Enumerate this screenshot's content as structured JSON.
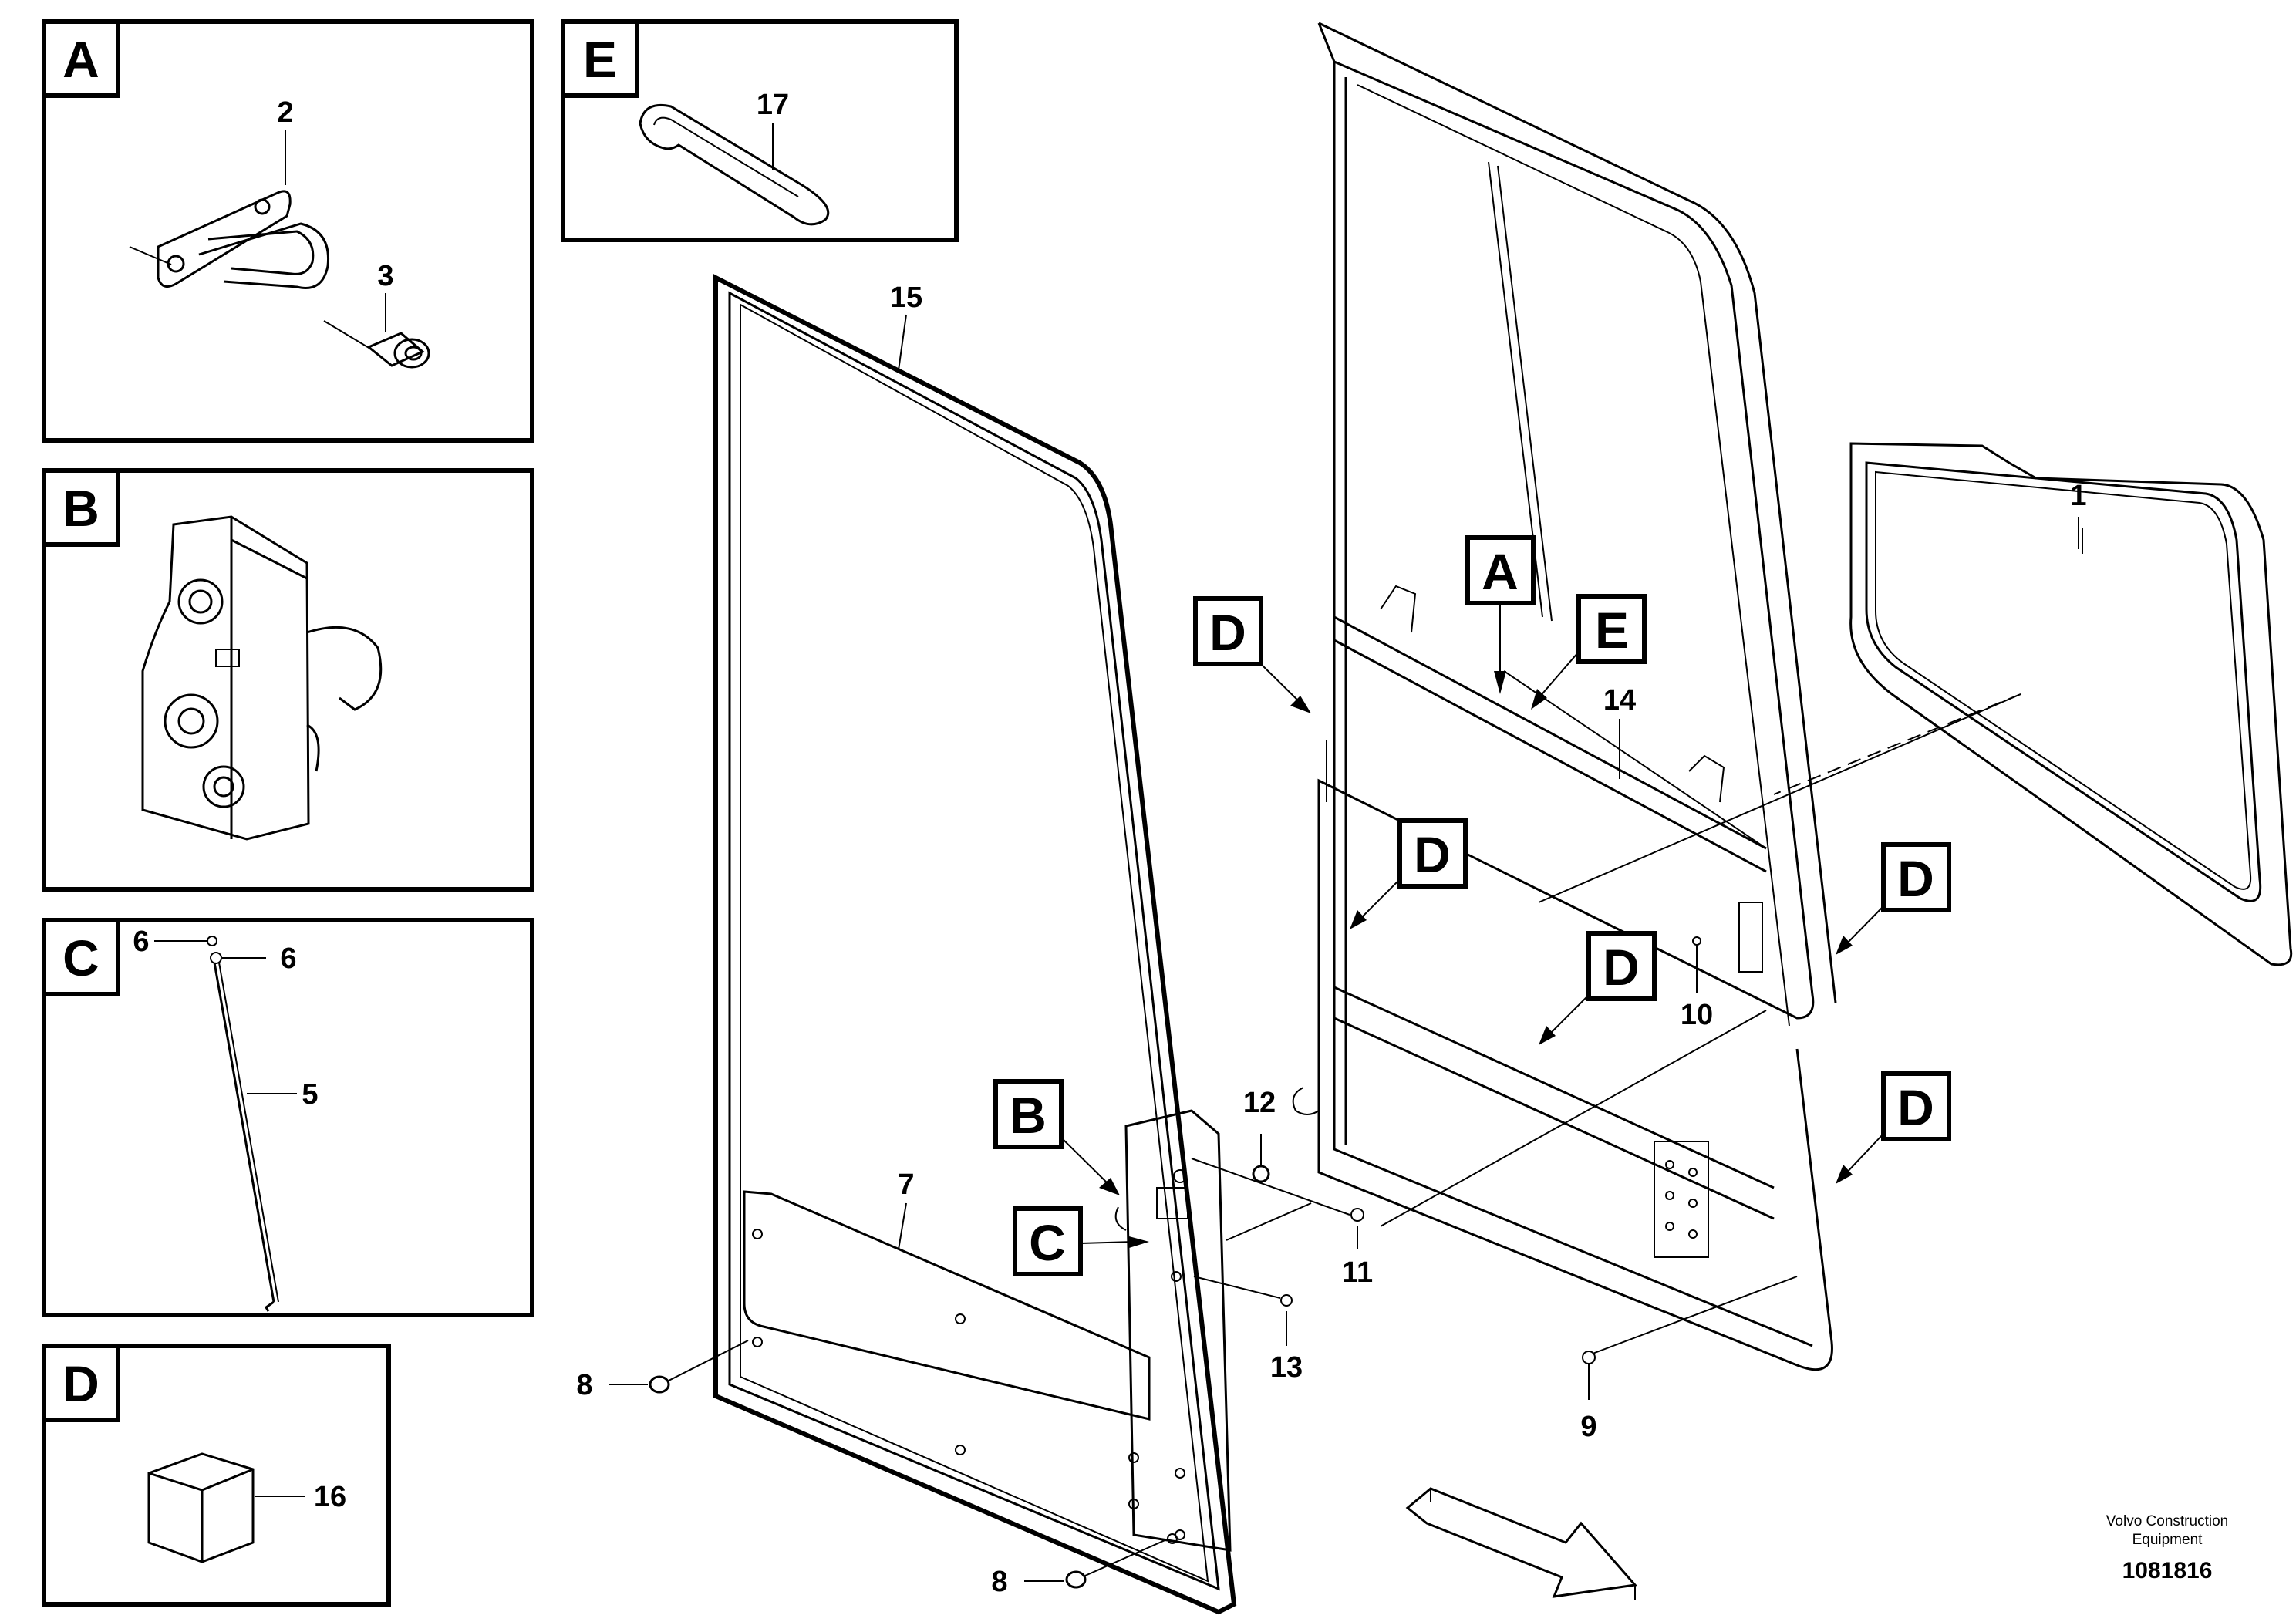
{
  "detail_boxes": {
    "A": {
      "label": "A",
      "parts": [
        "2",
        "3"
      ]
    },
    "B": {
      "label": "B"
    },
    "C": {
      "label": "C",
      "parts": [
        "6",
        "6",
        "5"
      ]
    },
    "D": {
      "label": "D",
      "parts": [
        "16"
      ]
    },
    "E": {
      "label": "E",
      "parts": [
        "17"
      ]
    }
  },
  "callouts": {
    "p1": "1",
    "p2": "2",
    "p3": "3",
    "p5": "5",
    "p6a": "6",
    "p6b": "6",
    "p7": "7",
    "p8a": "8",
    "p8b": "8",
    "p9": "9",
    "p10": "10",
    "p11": "11",
    "p12": "12",
    "p13": "13",
    "p14": "14",
    "p15": "15",
    "p16": "16",
    "p17": "17"
  },
  "location_labels": {
    "A": "A",
    "E": "E",
    "B": "B",
    "C": "C",
    "D1": "D",
    "D2": "D",
    "D3": "D",
    "D4": "D",
    "D5": "D"
  },
  "footer": {
    "brand_line1": "Volvo Construction",
    "brand_line2": "Equipment",
    "drawing_number": "1081816"
  }
}
